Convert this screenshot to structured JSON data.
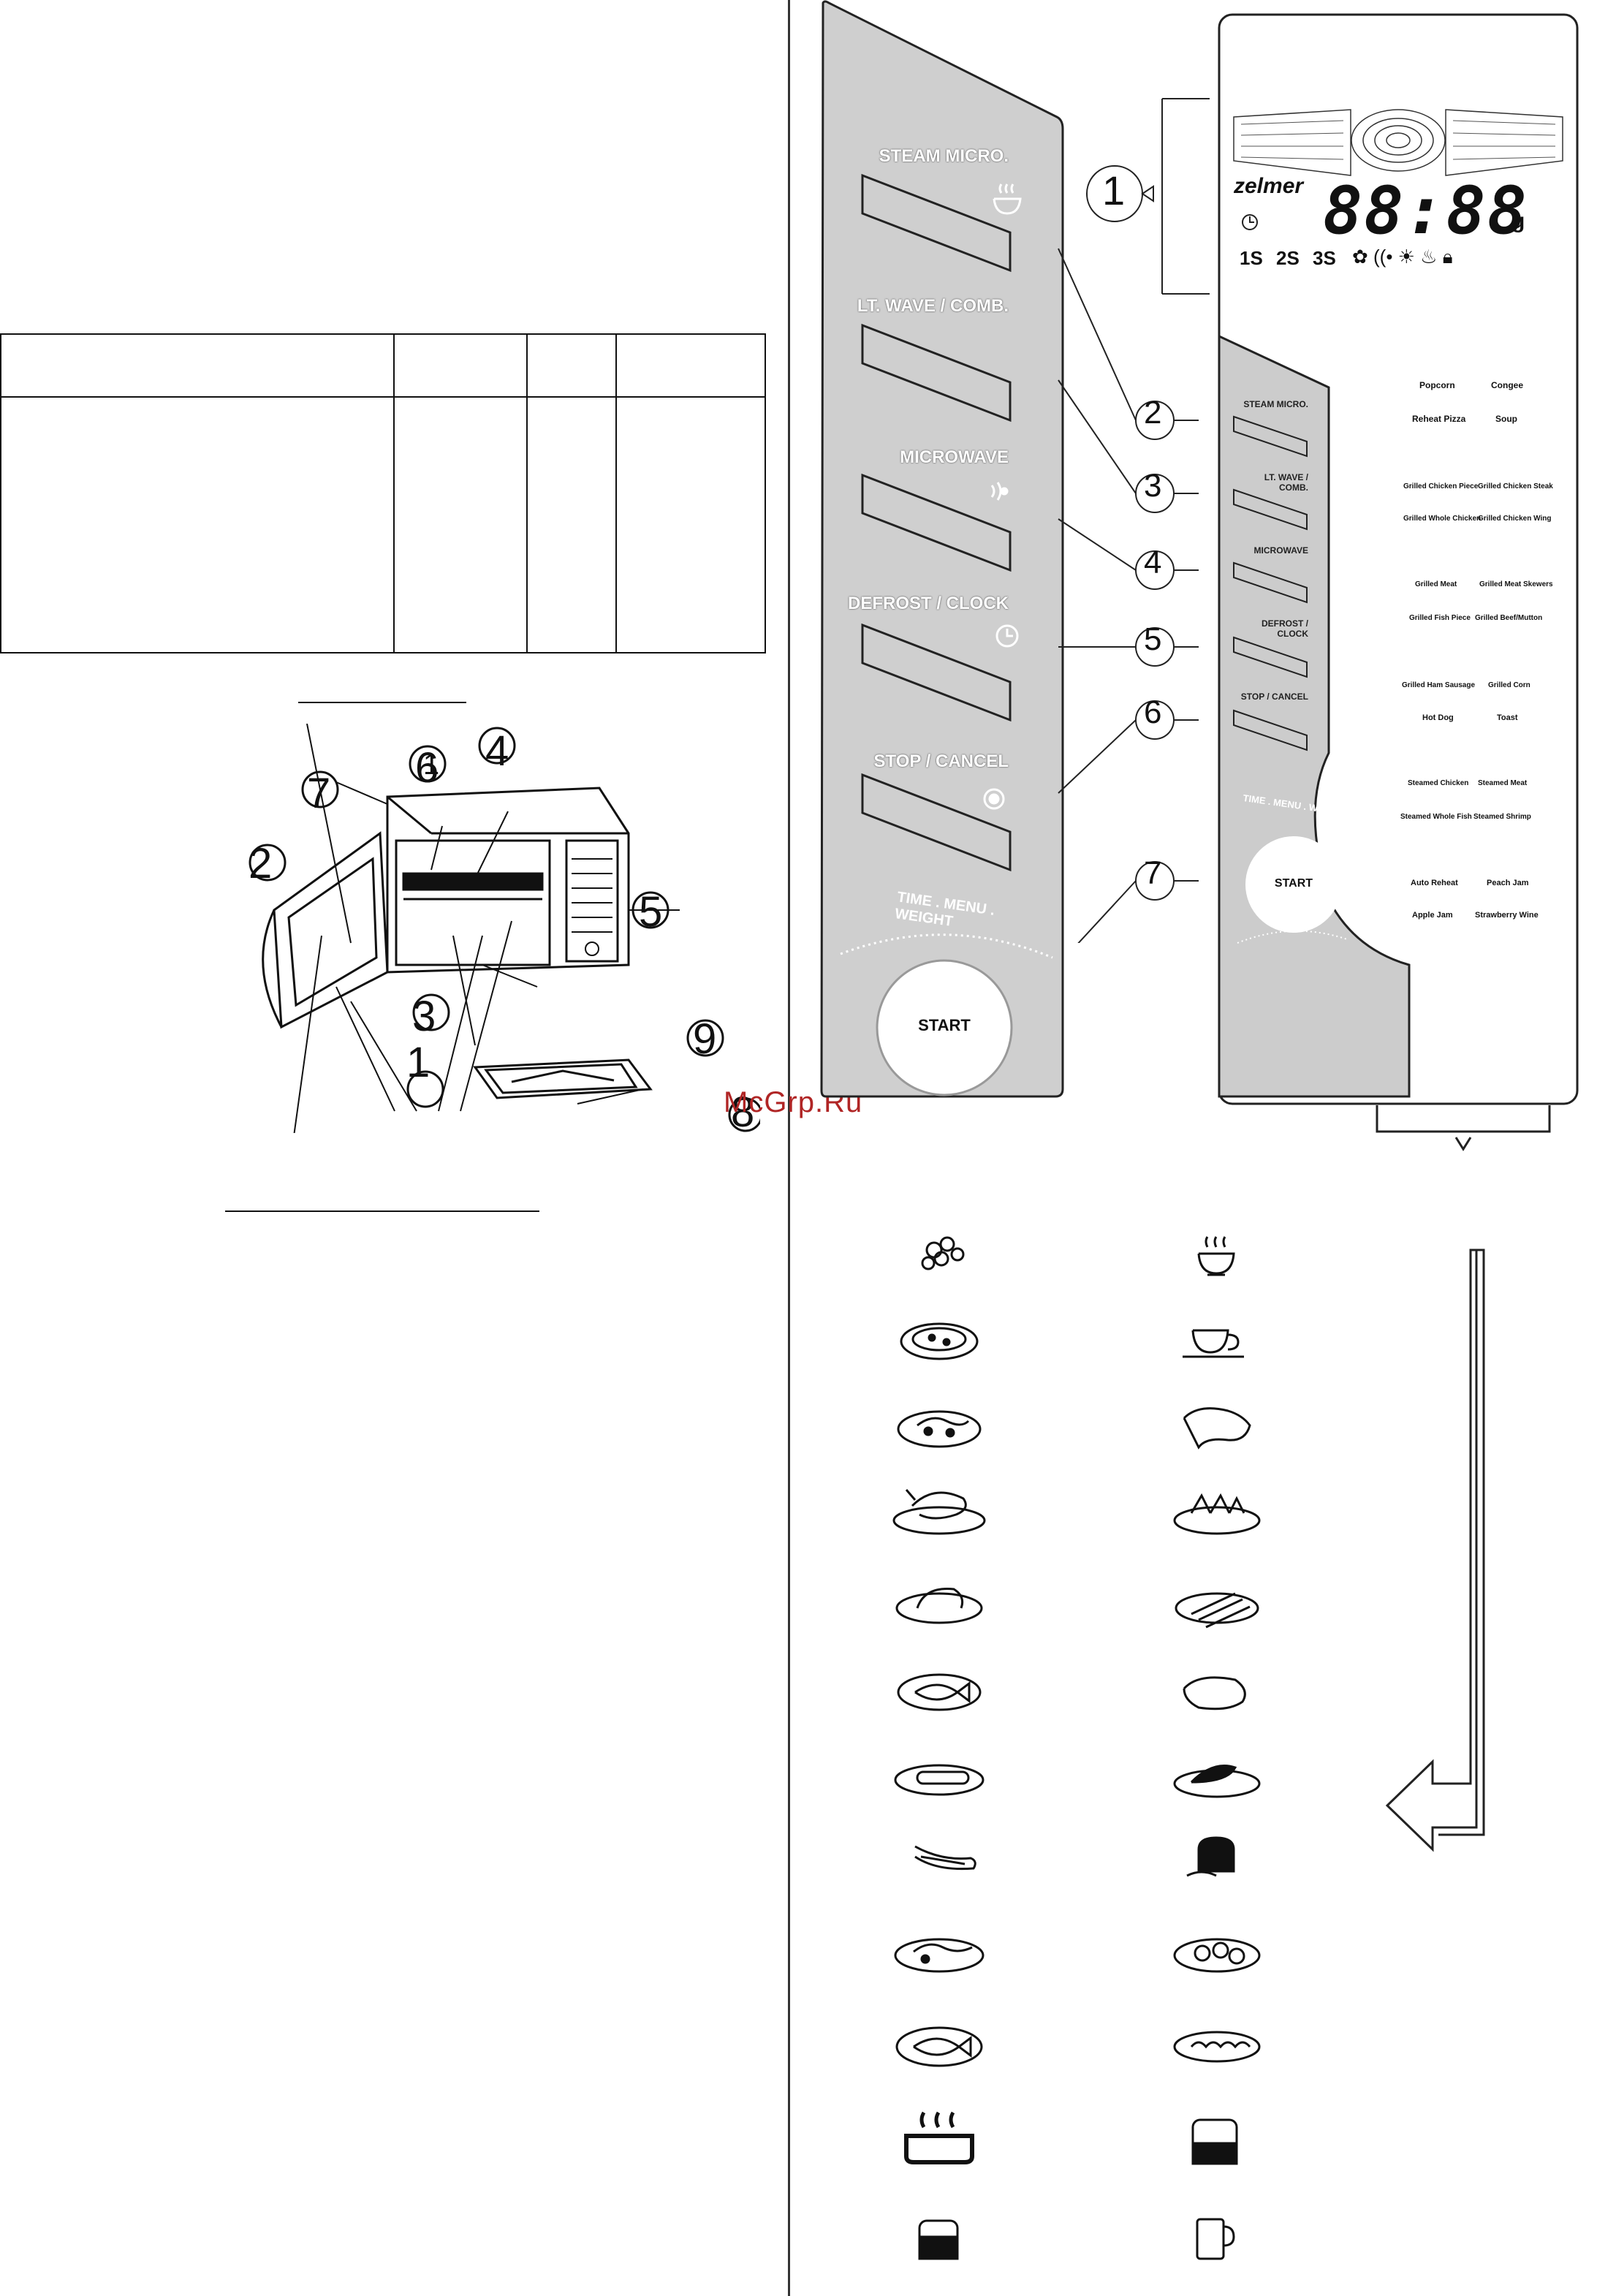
{
  "watermark": "McGrp.Ru",
  "oven_callouts": [
    "1",
    "2",
    "3",
    "4",
    "5",
    "6",
    "7",
    "8",
    "9"
  ],
  "panel_callouts": [
    "1",
    "2",
    "3",
    "4",
    "5",
    "6",
    "7"
  ],
  "buttons": {
    "steam": "STEAM MICRO.",
    "lightwave": "LT. WAVE / COMB.",
    "microwave": "MICROWAVE",
    "defrost": "DEFROST / CLOCK",
    "stop": "STOP / CANCEL",
    "start": "START",
    "dial": "TIME . MENU . WEIGHT"
  },
  "display": {
    "brand": "zelmer",
    "digits": "88:88",
    "unit": "g",
    "indicators": [
      "1S",
      "2S",
      "3S"
    ]
  },
  "menu_items": [
    "Popcorn",
    "Congee",
    "Reheat Pizza",
    "Soup",
    "Grilled Chicken Piece",
    "Grilled Chicken Steak",
    "Grilled Whole Chicken",
    "Grilled Chicken Wing",
    "Grilled Meat",
    "Grilled Meat Skewers",
    "Grilled Fish Piece",
    "Grilled Beef/Mutton",
    "Grilled Ham Sausage",
    "Grilled Corn",
    "Hot Dog",
    "Toast",
    "Steamed Chicken",
    "Steamed Meat",
    "Steamed Whole Fish",
    "Steamed Shrimp",
    "Auto Reheat",
    "Peach Jam",
    "Apple Jam",
    "Strawberry Wine"
  ],
  "icons": [
    "popcorn-icon",
    "congee-icon",
    "pizza-icon",
    "soup-cup-icon",
    "chicken-piece-icon",
    "chicken-steak-icon",
    "whole-chicken-icon",
    "chicken-wing-icon",
    "meat-icon",
    "skewers-icon",
    "fish-piece-icon",
    "beef-icon",
    "sausage-icon",
    "corn-icon",
    "hot-dog-icon",
    "toast-icon",
    "steamed-chicken-icon",
    "steamed-meat-icon",
    "steamed-fish-icon",
    "steamed-shrimp-icon",
    "auto-reheat-icon",
    "peach-jam-icon",
    "apple-jam-icon",
    "strawberry-wine-icon"
  ]
}
